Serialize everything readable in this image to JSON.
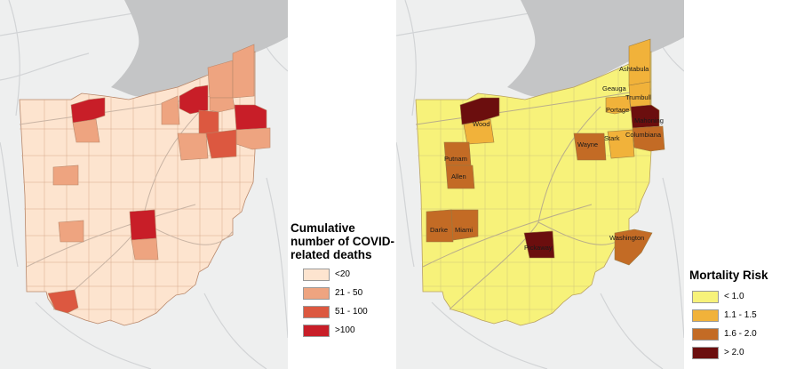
{
  "left_legend": {
    "title": "Cumulative number of COVID-related deaths",
    "items": [
      {
        "label": "<20",
        "color": "#fde4cf"
      },
      {
        "label": "21 - 50",
        "color": "#eea480"
      },
      {
        "label": "51 - 100",
        "color": "#dc5840"
      },
      {
        "label": ">100",
        "color": "#c81e28"
      }
    ]
  },
  "right_legend": {
    "title": "Mortality Risk",
    "items": [
      {
        "label": "< 1.0",
        "color": "#f7f27a"
      },
      {
        "label": "1.1 - 1.5",
        "color": "#f1b23a"
      },
      {
        "label": "1.6 - 2.0",
        "color": "#c36b25"
      },
      {
        "label": "> 2.0",
        "color": "#6b0e0e"
      }
    ]
  },
  "colors": {
    "basemap": "#eeefef",
    "lake": "#c4c5c6",
    "road": "#d4d6d8",
    "county_border": "#b8876a"
  },
  "county_labels": [
    "Ashtabula",
    "Geauga",
    "Trumbull",
    "Portage",
    "Mahoning",
    "Columbiana",
    "Stark",
    "Wayne",
    "Wood",
    "Putnam",
    "Allen",
    "Darke",
    "Miami",
    "Pickaway",
    "Washington"
  ]
}
